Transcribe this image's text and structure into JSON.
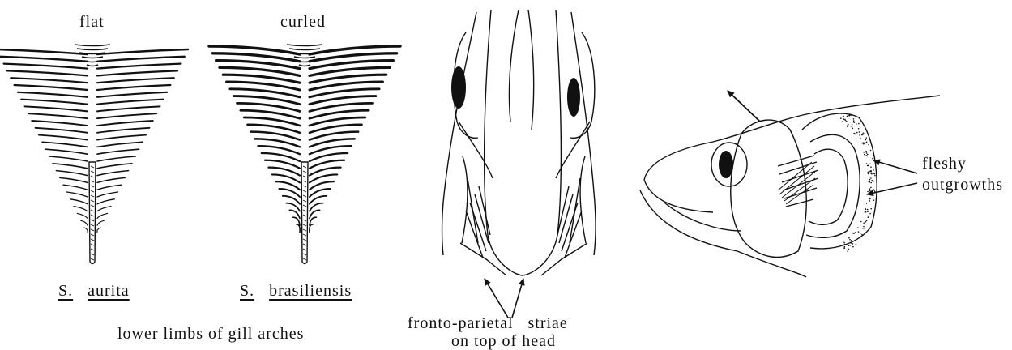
{
  "gill_panel": {
    "flat_label": "flat",
    "curled_label": "curled",
    "species_left_genus": "S.",
    "species_left_name": "aurita",
    "species_right_genus": "S.",
    "species_right_name": "brasiliensis",
    "caption": "lower limbs of gill arches"
  },
  "head_panel": {
    "caption_line1": "fronto-parietal   striae",
    "caption_line2": "on top of head"
  },
  "side_panel": {
    "label_line1": "fleshy",
    "label_line2": "outgrowths"
  }
}
